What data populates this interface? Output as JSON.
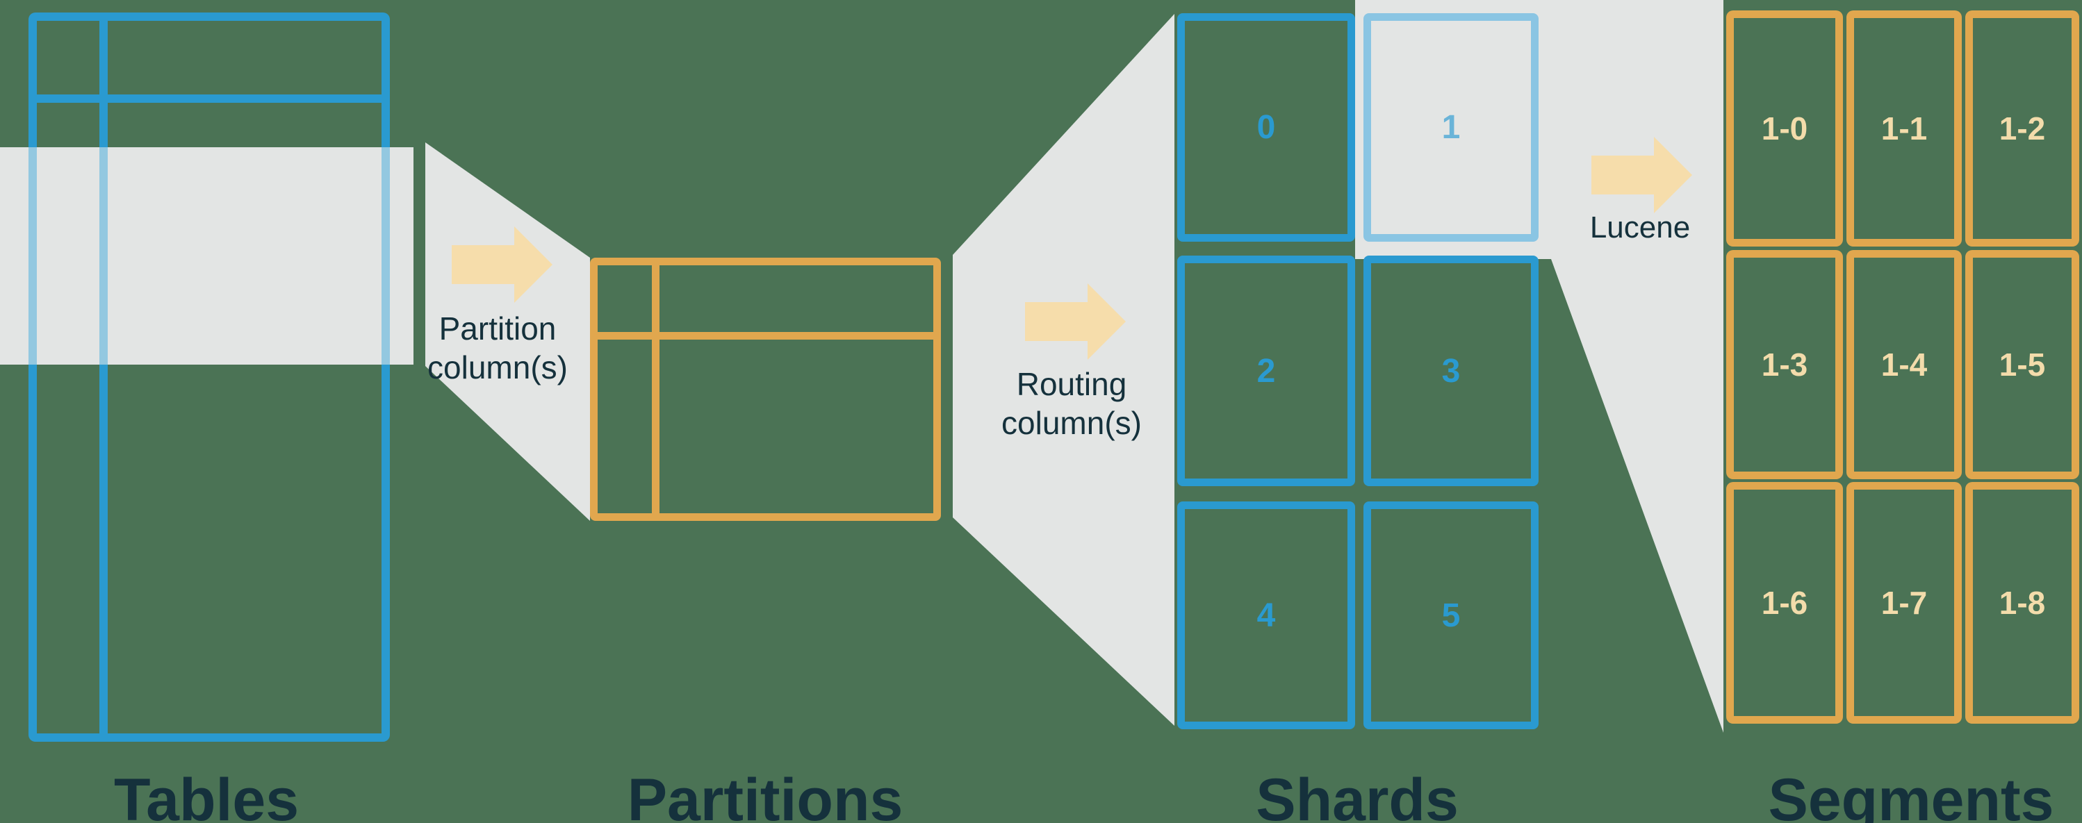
{
  "colors": {
    "background": "#4b7355",
    "funnel_gray": "#e3e5e4",
    "blue": "#2a9ad0",
    "light_blue_border": "#8ac5e3",
    "light_blue_under_band": "#93c8e0",
    "orange": "#e1a74e",
    "cream_arrow": "#f6ddab",
    "cream_label": "#f3dcab",
    "text_navy": "#15313c"
  },
  "stages": {
    "tables": {
      "label": "Tables"
    },
    "partitions": {
      "label": "Partitions"
    },
    "shards": {
      "label": "Shards",
      "items": [
        {
          "label": "0",
          "highlighted": false
        },
        {
          "label": "1",
          "highlighted": true
        },
        {
          "label": "2",
          "highlighted": false
        },
        {
          "label": "3",
          "highlighted": false
        },
        {
          "label": "4",
          "highlighted": false
        },
        {
          "label": "5",
          "highlighted": false
        }
      ]
    },
    "segments": {
      "label": "Segments",
      "items": [
        {
          "label": "1-0"
        },
        {
          "label": "1-1"
        },
        {
          "label": "1-2"
        },
        {
          "label": "1-3"
        },
        {
          "label": "1-4"
        },
        {
          "label": "1-5"
        },
        {
          "label": "1-6"
        },
        {
          "label": "1-7"
        },
        {
          "label": "1-8"
        }
      ]
    }
  },
  "captions": {
    "partition_arrow": "Partition\ncolumn(s)",
    "routing_arrow": "Routing\ncolumn(s)",
    "lucene_arrow": "Lucene"
  }
}
